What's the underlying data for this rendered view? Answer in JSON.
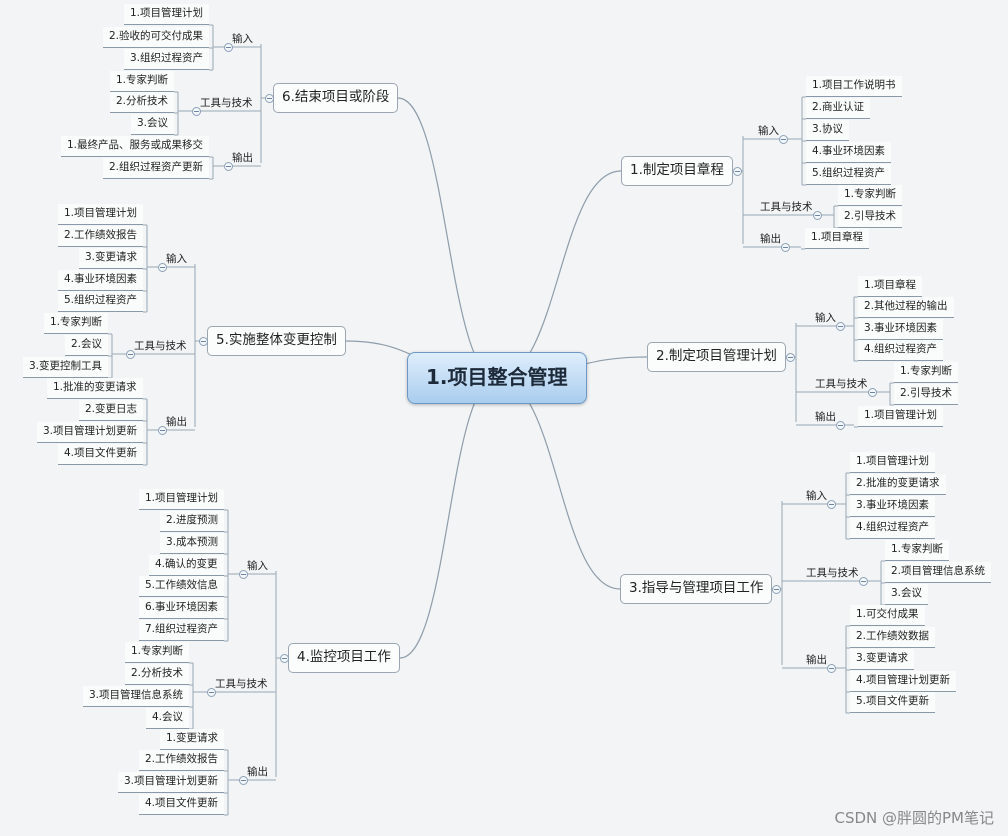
{
  "central": "1.项目整合管理",
  "watermark": "CSDN @胖圆的PM笔记",
  "branches": [
    {
      "title": "1.制定项目章程",
      "groups": [
        {
          "label": "输入",
          "items": [
            "1.项目工作说明书",
            "2.商业认证",
            "3.协议",
            "4.事业环境因素",
            "5.组织过程资产"
          ]
        },
        {
          "label": "工具与技术",
          "items": [
            "1.专家判断",
            "2.引导技术"
          ]
        },
        {
          "label": "输出",
          "items": [
            "1.项目章程"
          ]
        }
      ]
    },
    {
      "title": "2.制定项目管理计划",
      "groups": [
        {
          "label": "输入",
          "items": [
            "1.项目章程",
            "2.其他过程的输出",
            "3.事业环境因素",
            "4.组织过程资产"
          ]
        },
        {
          "label": "工具与技术",
          "items": [
            "1.专家判断",
            "2.引导技术"
          ]
        },
        {
          "label": "输出",
          "items": [
            "1.项目管理计划"
          ]
        }
      ]
    },
    {
      "title": "3.指导与管理项目工作",
      "groups": [
        {
          "label": "输入",
          "items": [
            "1.项目管理计划",
            "2.批准的变更请求",
            "3.事业环境因素",
            "4.组织过程资产"
          ]
        },
        {
          "label": "工具与技术",
          "items": [
            "1.专家判断",
            "2.项目管理信息系统",
            "3.会议"
          ]
        },
        {
          "label": "输出",
          "items": [
            "1.可交付成果",
            "2.工作绩效数据",
            "3.变更请求",
            "4.项目管理计划更新",
            "5.项目文件更新"
          ]
        }
      ]
    },
    {
      "title": "4.监控项目工作",
      "groups": [
        {
          "label": "输入",
          "items": [
            "1.项目管理计划",
            "2.进度预测",
            "3.成本预测",
            "4.确认的变更",
            "5.工作绩效信息",
            "6.事业环境因素",
            "7.组织过程资产"
          ]
        },
        {
          "label": "工具与技术",
          "items": [
            "1.专家判断",
            "2.分析技术",
            "3.项目管理信息系统",
            "4.会议"
          ]
        },
        {
          "label": "输出",
          "items": [
            "1.变更请求",
            "2.工作绩效报告",
            "3.项目管理计划更新",
            "4.项目文件更新"
          ]
        }
      ]
    },
    {
      "title": "5.实施整体变更控制",
      "groups": [
        {
          "label": "输入",
          "items": [
            "1.项目管理计划",
            "2.工作绩效报告",
            "3.变更请求",
            "4.事业环境因素",
            "5.组织过程资产"
          ]
        },
        {
          "label": "工具与技术",
          "items": [
            "1.专家判断",
            "2.会议",
            "3.变更控制工具"
          ]
        },
        {
          "label": "输出",
          "items": [
            "1.批准的变更请求",
            "2.变更日志",
            "3.项目管理计划更新",
            "4.项目文件更新"
          ]
        }
      ]
    },
    {
      "title": "6.结束项目或阶段",
      "groups": [
        {
          "label": "输入",
          "items": [
            "1.项目管理计划",
            "2.验收的可交付成果",
            "3.组织过程资产"
          ]
        },
        {
          "label": "工具与技术",
          "items": [
            "1.专家判断",
            "2.分析技术",
            "3.会议"
          ]
        },
        {
          "label": "输出",
          "items": [
            "1.最终产品、服务或成果移交",
            "2.组织过程资产更新"
          ]
        }
      ]
    }
  ]
}
